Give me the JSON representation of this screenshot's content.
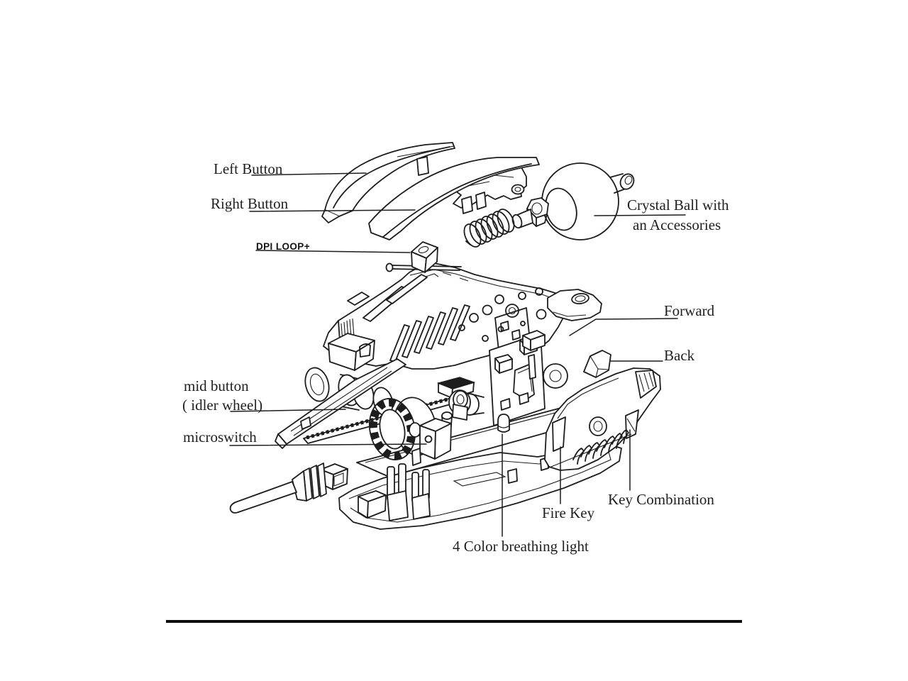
{
  "page": {
    "background": "#ffffff",
    "ink": "#1d1d1d",
    "divider_color": "#0e0e0e"
  },
  "diagram": {
    "subject": "exploded gaming mouse parts diagram",
    "labels": {
      "left_button": "Left Button",
      "right_button": "Right Button",
      "dpi_loop": "DPI LOOP+",
      "crystal_ball_1": "Crystal Ball with",
      "crystal_ball_2": "an Accessories",
      "forward": "Forward",
      "back": "Back",
      "mid_button_1": "mid button",
      "mid_button_2": "( idler wheel)",
      "microswitch": "microswitch",
      "fire_key": "Fire Key",
      "key_combination": "Key Combination",
      "breathing_light": "4 Color breathing light"
    }
  }
}
